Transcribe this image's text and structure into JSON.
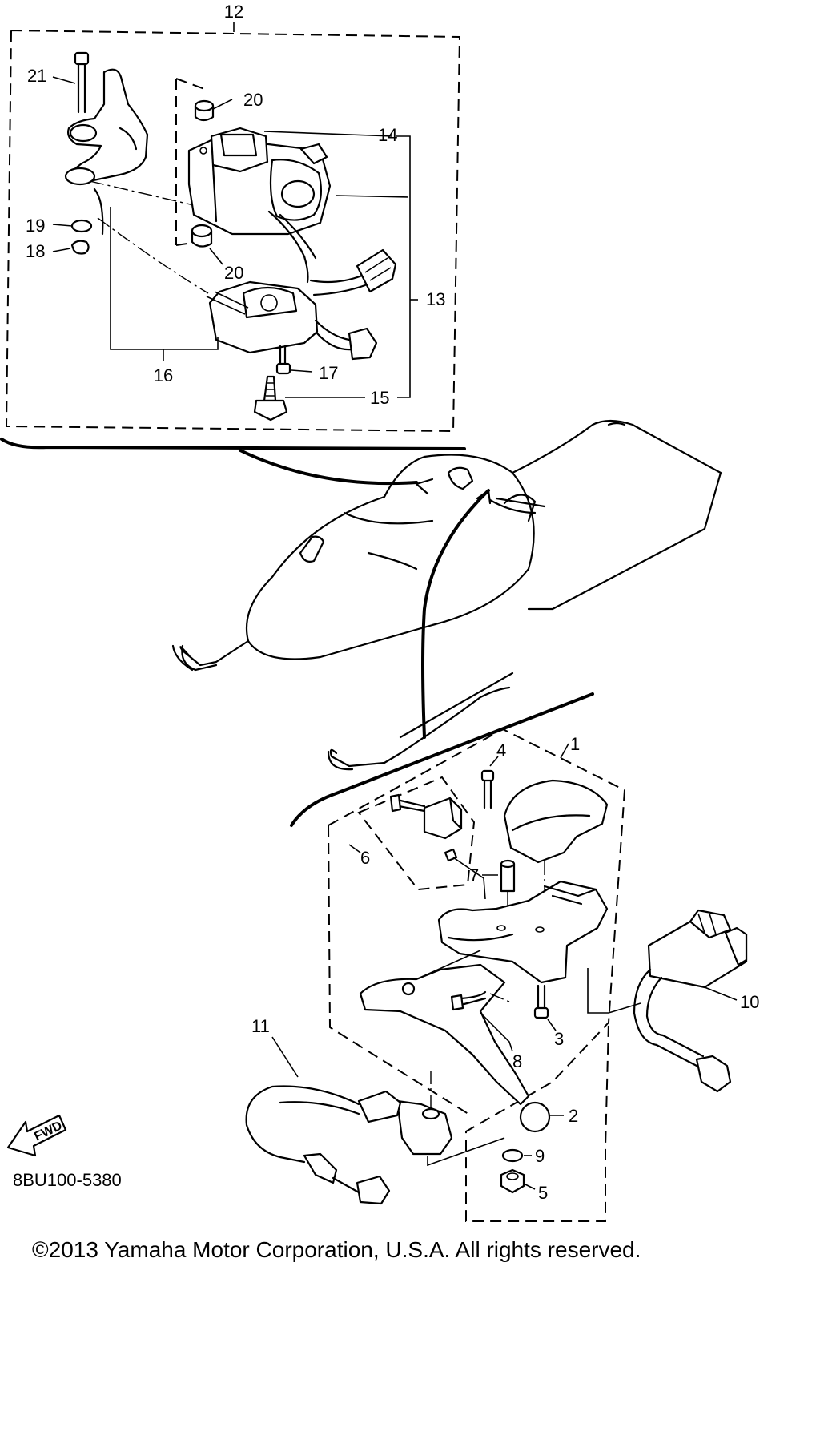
{
  "diagram": {
    "drawing_code": "8BU100-5380",
    "direction_label": "FWD",
    "copyright": "©2013 Yamaha Motor Corporation, U.S.A. All rights reserved.",
    "callouts": {
      "c1": "1",
      "c2": "2",
      "c3": "3",
      "c4": "4",
      "c5": "5",
      "c6": "6",
      "c7": "7",
      "c8": "8",
      "c9": "9",
      "c10": "10",
      "c11": "11",
      "c12": "12",
      "c13": "13",
      "c14": "14",
      "c15": "15",
      "c16": "16",
      "c17": "17",
      "c18": "18",
      "c19": "19",
      "c20a": "20",
      "c20b": "20",
      "c21": "21"
    }
  }
}
